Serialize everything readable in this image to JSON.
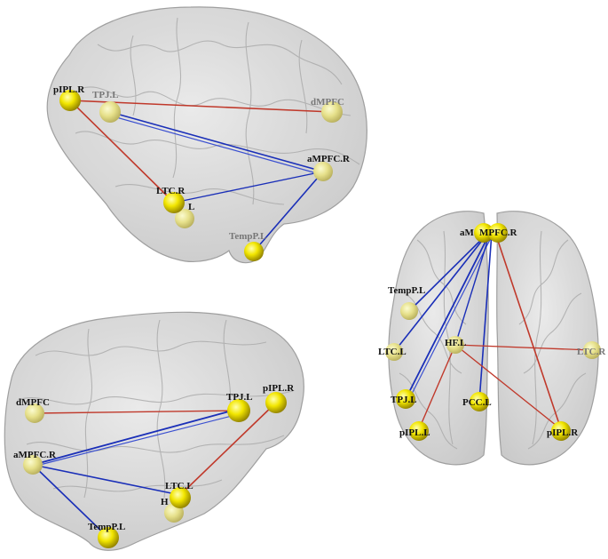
{
  "colors": {
    "positive_edge": "#c0392b",
    "negative_edge": "#1a2fb8",
    "node_fill": "#f2e600",
    "brain_fill": "#d2d2d2",
    "brain_stroke": "#9a9a9a"
  },
  "views": {
    "sagittal_right": {
      "labels": {
        "pIPL_R": "pIPL.R",
        "TPJ_L": "TPJ.L",
        "dMPFC": "dMPFC",
        "aMPFC_R": "aMPFC.R",
        "LTC_R": "LTC.R",
        "HF_L": "L",
        "TempP_L": "TempP.L"
      }
    },
    "sagittal_left": {
      "labels": {
        "dMPFC": "dMPFC",
        "TPJ_L": "TPJ.L",
        "pIPL_R": "pIPL.R",
        "aMPFC_R": "aMPFC.R",
        "LTC_L": "LTC.L",
        "HF_L": "H",
        "TempP_L": "TempP.L"
      }
    },
    "axial": {
      "labels": {
        "aMPFC_L": "aM",
        "aMPFC_R": "MPFC.R",
        "TempP_L": "TempP.L",
        "LTC_L": "LTC.L",
        "HF_L": "HF.L",
        "LTC_R": "LTC.R",
        "TPJ_L": "TPJ.L",
        "PCC_L": "PCC.L",
        "pIPL_L": "pIPL.L",
        "pIPL_R": "pIPL.R"
      }
    }
  }
}
